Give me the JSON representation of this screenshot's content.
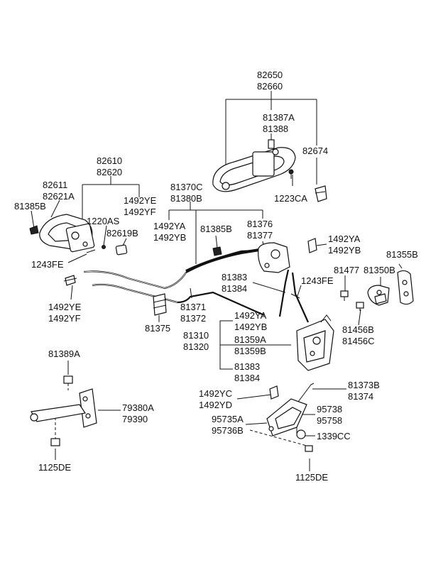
{
  "labels": [
    {
      "id": "82650_82660",
      "lines": [
        "82650",
        "82660"
      ]
    },
    {
      "id": "81387A_81388",
      "lines": [
        "81387A",
        "81388"
      ]
    },
    {
      "id": "82674",
      "lines": [
        "82674"
      ]
    },
    {
      "id": "1223CA",
      "lines": [
        "1223CA"
      ]
    },
    {
      "id": "82610_82620",
      "lines": [
        "82610",
        "82620"
      ]
    },
    {
      "id": "82611_82621A",
      "lines": [
        "82611",
        "82621A"
      ]
    },
    {
      "id": "81385B_left",
      "lines": [
        "81385B"
      ]
    },
    {
      "id": "1492YE_1492YF_top",
      "lines": [
        "1492YE",
        "1492YF"
      ]
    },
    {
      "id": "1220AS",
      "lines": [
        "1220AS"
      ]
    },
    {
      "id": "82619B",
      "lines": [
        "82619B"
      ]
    },
    {
      "id": "1243FE_left",
      "lines": [
        "1243FE"
      ]
    },
    {
      "id": "81370C_81380B",
      "lines": [
        "81370C",
        "81380B"
      ]
    },
    {
      "id": "1492YA_1492YB_mid",
      "lines": [
        "1492YA",
        "1492YB"
      ]
    },
    {
      "id": "81385B_mid",
      "lines": [
        "81385B"
      ]
    },
    {
      "id": "81376_81377",
      "lines": [
        "81376",
        "81377"
      ]
    },
    {
      "id": "1492YA_1492YB_right",
      "lines": [
        "1492YA",
        "1492YB"
      ]
    },
    {
      "id": "81355B",
      "lines": [
        "81355B"
      ]
    },
    {
      "id": "81477",
      "lines": [
        "81477"
      ]
    },
    {
      "id": "81350B",
      "lines": [
        "81350B"
      ]
    },
    {
      "id": "81383_81384_upper",
      "lines": [
        "81383",
        "81384"
      ]
    },
    {
      "id": "1243FE_right",
      "lines": [
        "1243FE"
      ]
    },
    {
      "id": "1492YE_1492YF_left",
      "lines": [
        "1492YE",
        "1492YF"
      ]
    },
    {
      "id": "81371_81372",
      "lines": [
        "81371",
        "81372"
      ]
    },
    {
      "id": "81375",
      "lines": [
        "81375"
      ]
    },
    {
      "id": "81456B_81456C",
      "lines": [
        "81456B",
        "81456C"
      ]
    },
    {
      "id": "1492YA_1492YB_lower",
      "lines": [
        "1492YA",
        "1492YB"
      ]
    },
    {
      "id": "81310_81320",
      "lines": [
        "81310",
        "81320"
      ]
    },
    {
      "id": "81359A_81359B",
      "lines": [
        "81359A",
        "81359B"
      ]
    },
    {
      "id": "81383_81384_lower",
      "lines": [
        "81383",
        "81384"
      ]
    },
    {
      "id": "81389A",
      "lines": [
        "81389A"
      ]
    },
    {
      "id": "79380A_79390",
      "lines": [
        "79380A",
        "79390"
      ]
    },
    {
      "id": "1125DE_left",
      "lines": [
        "1125DE"
      ]
    },
    {
      "id": "81373B_81374",
      "lines": [
        "81373B",
        "81374"
      ]
    },
    {
      "id": "1492YC_1492YD",
      "lines": [
        "1492YC",
        "1492YD"
      ]
    },
    {
      "id": "95738_95758",
      "lines": [
        "95738",
        "95758"
      ]
    },
    {
      "id": "95735A_95736B",
      "lines": [
        "95735A",
        "95736B"
      ]
    },
    {
      "id": "1339CC",
      "lines": [
        "1339CC"
      ]
    },
    {
      "id": "1125DE_right",
      "lines": [
        "1125DE"
      ]
    }
  ]
}
